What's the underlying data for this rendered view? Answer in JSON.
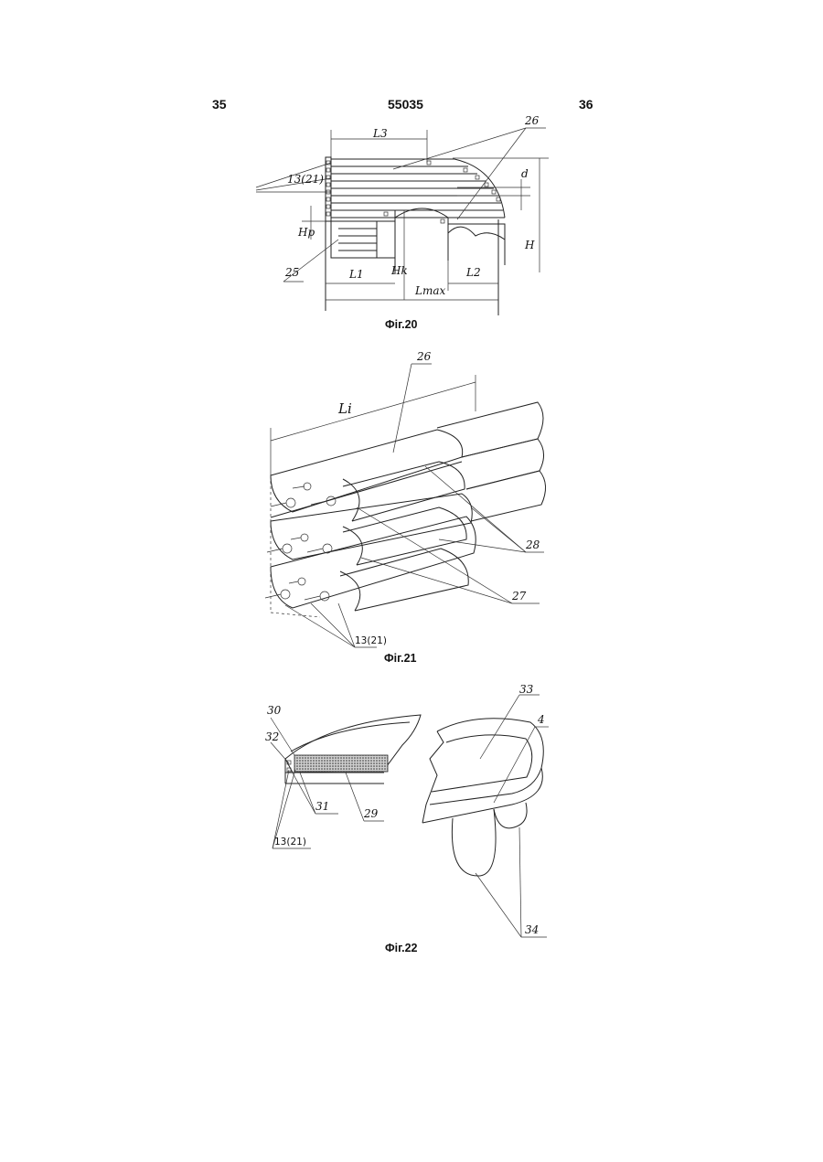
{
  "header": {
    "page_left": "35",
    "patent_number": "55035",
    "page_right": "36"
  },
  "fig20": {
    "caption": "Фіг.20",
    "labels": {
      "l3": "L3",
      "ref26": "26",
      "ref13": "13(21)",
      "d": "d",
      "hp": "Hp",
      "h": "H",
      "hk": "Hk",
      "ref25": "25",
      "l1": "L1",
      "l2": "L2",
      "lmax": "Lmax"
    }
  },
  "fig21": {
    "caption": "Фіг.21",
    "labels": {
      "ref26": "26",
      "li": "Li",
      "ref28": "28",
      "ref27": "27",
      "ref13": "13(21)"
    }
  },
  "fig22": {
    "caption": "Фіг.22",
    "labels": {
      "ref30": "30",
      "ref32": "32",
      "ref31": "31",
      "ref29": "29",
      "ref13": "13(21)",
      "ref33": "33",
      "ref4": "4",
      "ref34": "34"
    }
  }
}
